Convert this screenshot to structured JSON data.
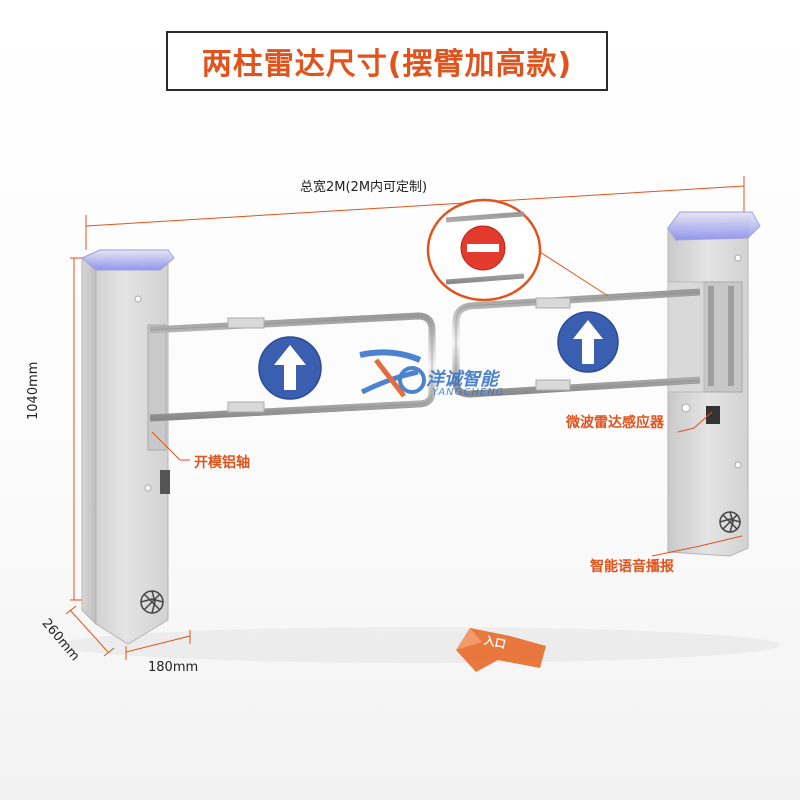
{
  "title": "两柱雷达尺寸(摆臂加高款)",
  "dimensions": {
    "total_width": "总宽2M(2M内可定制)",
    "height": "1040mm",
    "depth": "260mm",
    "width": "180mm"
  },
  "callouts": {
    "aluminum_shaft": "开模铝轴",
    "radar_sensor": "微波雷达感应器",
    "voice_broadcast": "智能语音播报"
  },
  "logo": {
    "name": "洋诚智能",
    "sub": "YANGCHENG"
  },
  "entrance_label": "入口",
  "colors": {
    "accent": "#e0531c",
    "sign_blue": "#3a5fb0",
    "sign_red": "#e23b2e",
    "led": "#8b8ff0"
  }
}
